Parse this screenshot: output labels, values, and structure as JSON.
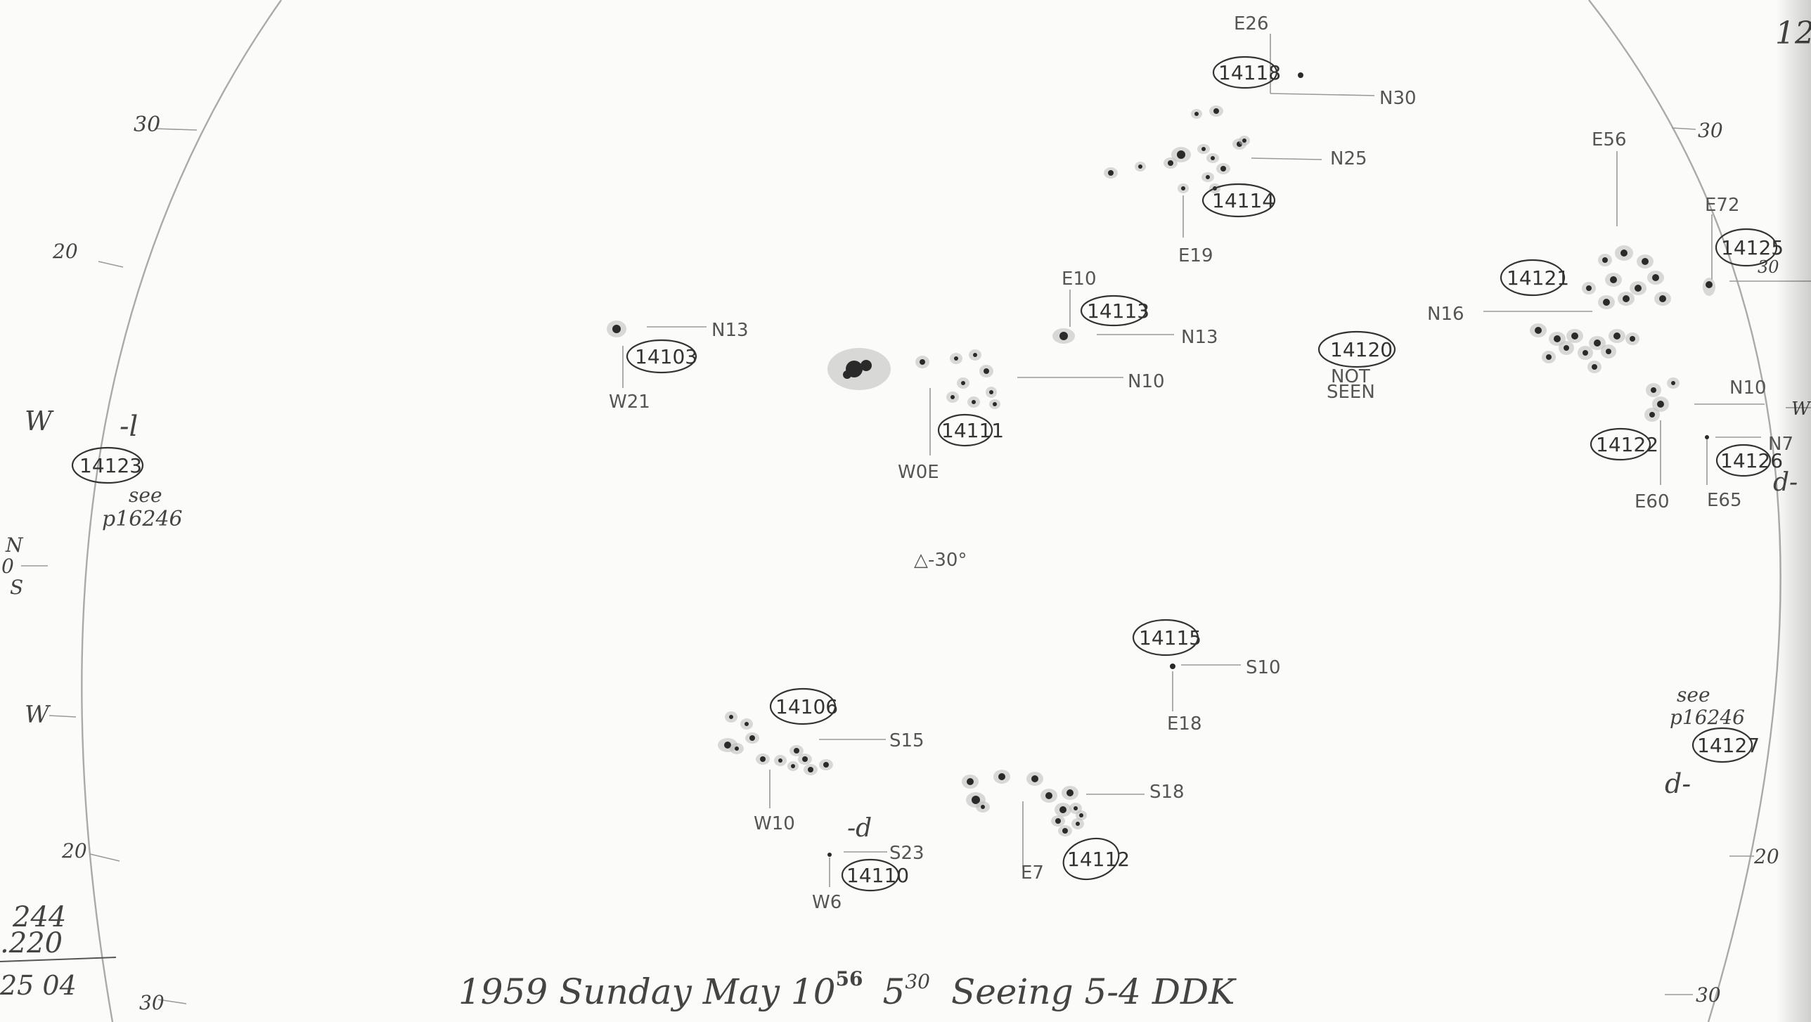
{
  "corner_label": "12",
  "footer": {
    "caption": "1959 Sunday May 10",
    "caption_sup": "56",
    "time": "5",
    "time_sup": "30",
    "seeing": "Seeing 5-4 DDK"
  },
  "calc": {
    "line1": "244",
    "line2": ".220",
    "line3": "25 04"
  },
  "center_mark": "△-30°",
  "limb_ticks": {
    "left_top_30": "30",
    "left_20": "20",
    "left_w": "W",
    "left_n": "N",
    "left_zero": "0",
    "left_s": "S",
    "left_w2": "W",
    "left_20b": "20",
    "left_30b": "30",
    "right_30": "30",
    "right_e72": "E72",
    "right_30b": "30",
    "right_w": "W",
    "right_20": "20",
    "right_30c": "30"
  },
  "regions": [
    {
      "id": "14118",
      "labels": [
        "E26",
        "N30"
      ]
    },
    {
      "id": "14114",
      "labels": [
        "N25",
        "E19"
      ]
    },
    {
      "id": "14113",
      "labels": [
        "E10",
        "N13"
      ]
    },
    {
      "id": "14103",
      "labels": [
        "N13",
        "W21"
      ]
    },
    {
      "id": "14111",
      "labels": [
        "N10",
        "W0E"
      ]
    },
    {
      "id": "14120",
      "labels": [
        "NOT",
        "SEEN"
      ]
    },
    {
      "id": "14121",
      "labels": [
        "E56",
        "N16"
      ]
    },
    {
      "id": "14125",
      "labels": [
        "E72"
      ]
    },
    {
      "id": "14122",
      "labels": [
        "N10",
        "E60"
      ]
    },
    {
      "id": "14126",
      "labels": [
        "N7",
        "E65",
        "d-"
      ]
    },
    {
      "id": "14123",
      "labels": [
        "-l",
        "see",
        "p16246"
      ]
    },
    {
      "id": "14115",
      "labels": [
        "S10",
        "E18"
      ]
    },
    {
      "id": "14106",
      "labels": [
        "S15",
        "W10"
      ]
    },
    {
      "id": "14110",
      "labels": [
        "-d",
        "S23",
        "W6"
      ]
    },
    {
      "id": "14112",
      "labels": [
        "S18",
        "E7"
      ]
    },
    {
      "id": "14127",
      "labels": [
        "see",
        "p16246",
        "d-"
      ]
    }
  ]
}
